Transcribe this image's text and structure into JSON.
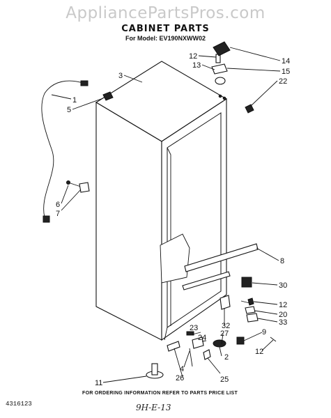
{
  "header": {
    "watermark": "AppliancePartsPros.com",
    "title": "CABINET PARTS",
    "subtitle": "For Model: EV190NXWW02"
  },
  "footer": {
    "note": "FOR ORDERING INFORMATION REFER TO PARTS PRICE LIST",
    "doc_number": "4316123",
    "handwritten": "9H-E-13"
  },
  "callouts": [
    {
      "id": "c1",
      "label": "1"
    },
    {
      "id": "c2",
      "label": "2"
    },
    {
      "id": "c3",
      "label": "3"
    },
    {
      "id": "c4",
      "label": "4"
    },
    {
      "id": "c5",
      "label": "5"
    },
    {
      "id": "c6",
      "label": "6"
    },
    {
      "id": "c7",
      "label": "7"
    },
    {
      "id": "c8",
      "label": "8"
    },
    {
      "id": "c9",
      "label": "9"
    },
    {
      "id": "c11",
      "label": "11"
    },
    {
      "id": "c12a",
      "label": "12"
    },
    {
      "id": "c12b",
      "label": "12"
    },
    {
      "id": "c12c",
      "label": "12"
    },
    {
      "id": "c13",
      "label": "13"
    },
    {
      "id": "c14",
      "label": "14"
    },
    {
      "id": "c15",
      "label": "15"
    },
    {
      "id": "c20",
      "label": "20"
    },
    {
      "id": "c22",
      "label": "22"
    },
    {
      "id": "c23",
      "label": "23"
    },
    {
      "id": "c24",
      "label": "24"
    },
    {
      "id": "c25",
      "label": "25"
    },
    {
      "id": "c26",
      "label": "26"
    },
    {
      "id": "c27",
      "label": "27"
    },
    {
      "id": "c30",
      "label": "30"
    },
    {
      "id": "c32",
      "label": "32"
    },
    {
      "id": "c33",
      "label": "33"
    }
  ]
}
